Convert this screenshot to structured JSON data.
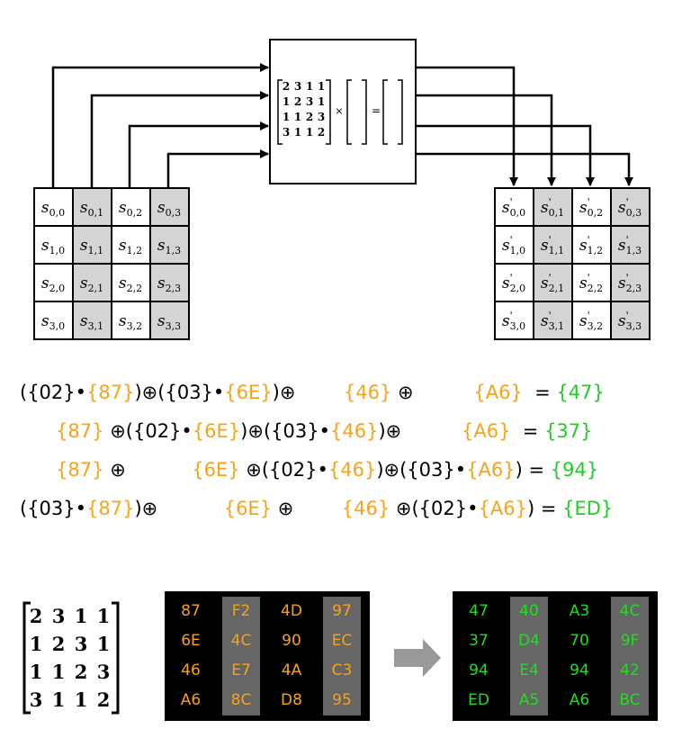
{
  "mix_matrix": [
    [
      "2",
      "3",
      "1",
      "1"
    ],
    [
      "1",
      "2",
      "3",
      "1"
    ],
    [
      "1",
      "1",
      "2",
      "3"
    ],
    [
      "3",
      "1",
      "1",
      "2"
    ]
  ],
  "operator_times": "×",
  "operator_equals": "=",
  "state_in": [
    [
      {
        "base": "s",
        "sub": "0,0"
      },
      {
        "base": "s",
        "sub": "0,1"
      },
      {
        "base": "s",
        "sub": "0,2"
      },
      {
        "base": "s",
        "sub": "0,3"
      }
    ],
    [
      {
        "base": "s",
        "sub": "1,0"
      },
      {
        "base": "s",
        "sub": "1,1"
      },
      {
        "base": "s",
        "sub": "1,2"
      },
      {
        "base": "s",
        "sub": "1,3"
      }
    ],
    [
      {
        "base": "s",
        "sub": "2,0"
      },
      {
        "base": "s",
        "sub": "2,1"
      },
      {
        "base": "s",
        "sub": "2,2"
      },
      {
        "base": "s",
        "sub": "2,3"
      }
    ],
    [
      {
        "base": "s",
        "sub": "3,0"
      },
      {
        "base": "s",
        "sub": "3,1"
      },
      {
        "base": "s",
        "sub": "3,2"
      },
      {
        "base": "s",
        "sub": "3,3"
      }
    ]
  ],
  "state_out": [
    [
      {
        "base": "s",
        "prime": "'",
        "sub": "0,0"
      },
      {
        "base": "s",
        "prime": "'",
        "sub": "0,1"
      },
      {
        "base": "s",
        "prime": "'",
        "sub": "0,2"
      },
      {
        "base": "s",
        "prime": "'",
        "sub": "0,3"
      }
    ],
    [
      {
        "base": "s",
        "prime": "'",
        "sub": "1,0"
      },
      {
        "base": "s",
        "prime": "'",
        "sub": "1,1"
      },
      {
        "base": "s",
        "prime": "'",
        "sub": "1,2"
      },
      {
        "base": "s",
        "prime": "'",
        "sub": "1,3"
      }
    ],
    [
      {
        "base": "s",
        "prime": "'",
        "sub": "2,0"
      },
      {
        "base": "s",
        "prime": "'",
        "sub": "2,1"
      },
      {
        "base": "s",
        "prime": "'",
        "sub": "2,2"
      },
      {
        "base": "s",
        "prime": "'",
        "sub": "2,3"
      }
    ],
    [
      {
        "base": "s",
        "prime": "'",
        "sub": "3,0"
      },
      {
        "base": "s",
        "prime": "'",
        "sub": "3,1"
      },
      {
        "base": "s",
        "prime": "'",
        "sub": "3,2"
      },
      {
        "base": "s",
        "prime": "'",
        "sub": "3,3"
      }
    ]
  ],
  "equations": [
    [
      {
        "t": "({02}•",
        "c": "k"
      },
      {
        "t": "{87}",
        "c": "o"
      },
      {
        "t": ")⊕({03}•",
        "c": "k"
      },
      {
        "t": "{6E}",
        "c": "o"
      },
      {
        "t": ")⊕        ",
        "c": "k"
      },
      {
        "t": "{46}",
        "c": "o"
      },
      {
        "t": " ⊕          ",
        "c": "k"
      },
      {
        "t": "{A6}",
        "c": "o"
      },
      {
        "t": "  = ",
        "c": "k"
      },
      {
        "t": "{47}",
        "c": "g"
      }
    ],
    [
      {
        "t": "      ",
        "c": "k"
      },
      {
        "t": "{87}",
        "c": "o"
      },
      {
        "t": " ⊕({02}•",
        "c": "k"
      },
      {
        "t": "{6E}",
        "c": "o"
      },
      {
        "t": ")⊕({03}•",
        "c": "k"
      },
      {
        "t": "{46}",
        "c": "o"
      },
      {
        "t": ")⊕          ",
        "c": "k"
      },
      {
        "t": "{A6}",
        "c": "o"
      },
      {
        "t": "  = ",
        "c": "k"
      },
      {
        "t": "{37}",
        "c": "g"
      }
    ],
    [
      {
        "t": "      ",
        "c": "k"
      },
      {
        "t": "{87}",
        "c": "o"
      },
      {
        "t": " ⊕           ",
        "c": "k"
      },
      {
        "t": "{6E}",
        "c": "o"
      },
      {
        "t": " ⊕({02}•",
        "c": "k"
      },
      {
        "t": "{46}",
        "c": "o"
      },
      {
        "t": ")⊕({03}•",
        "c": "k"
      },
      {
        "t": "{A6}",
        "c": "o"
      },
      {
        "t": ") = ",
        "c": "k"
      },
      {
        "t": "{94}",
        "c": "g"
      }
    ],
    [
      {
        "t": "({03}•",
        "c": "k"
      },
      {
        "t": "{87}",
        "c": "o"
      },
      {
        "t": ")⊕           ",
        "c": "k"
      },
      {
        "t": "{6E}",
        "c": "o"
      },
      {
        "t": " ⊕        ",
        "c": "k"
      },
      {
        "t": "{46}",
        "c": "o"
      },
      {
        "t": " ⊕({02}•",
        "c": "k"
      },
      {
        "t": "{A6}",
        "c": "o"
      },
      {
        "t": ") = ",
        "c": "k"
      },
      {
        "t": "{ED}",
        "c": "g"
      }
    ]
  ],
  "input_bytes": [
    [
      "87",
      "F2",
      "4D",
      "97"
    ],
    [
      "6E",
      "4C",
      "90",
      "EC"
    ],
    [
      "46",
      "E7",
      "4A",
      "C3"
    ],
    [
      "A6",
      "8C",
      "D8",
      "95"
    ]
  ],
  "output_bytes": [
    [
      "47",
      "40",
      "A3",
      "4C"
    ],
    [
      "37",
      "D4",
      "70",
      "9F"
    ],
    [
      "94",
      "E4",
      "94",
      "42"
    ],
    [
      "ED",
      "A5",
      "A6",
      "BC"
    ]
  ],
  "colors": {
    "cell_shaded": "#d4d4d4",
    "input_text": "#f7a21b",
    "output_text": "#22dd22",
    "equation_input": "#f7a21b",
    "equation_output": "#22cc22",
    "hex_cell_dark": "#666666",
    "arrow_block": "#999999"
  }
}
